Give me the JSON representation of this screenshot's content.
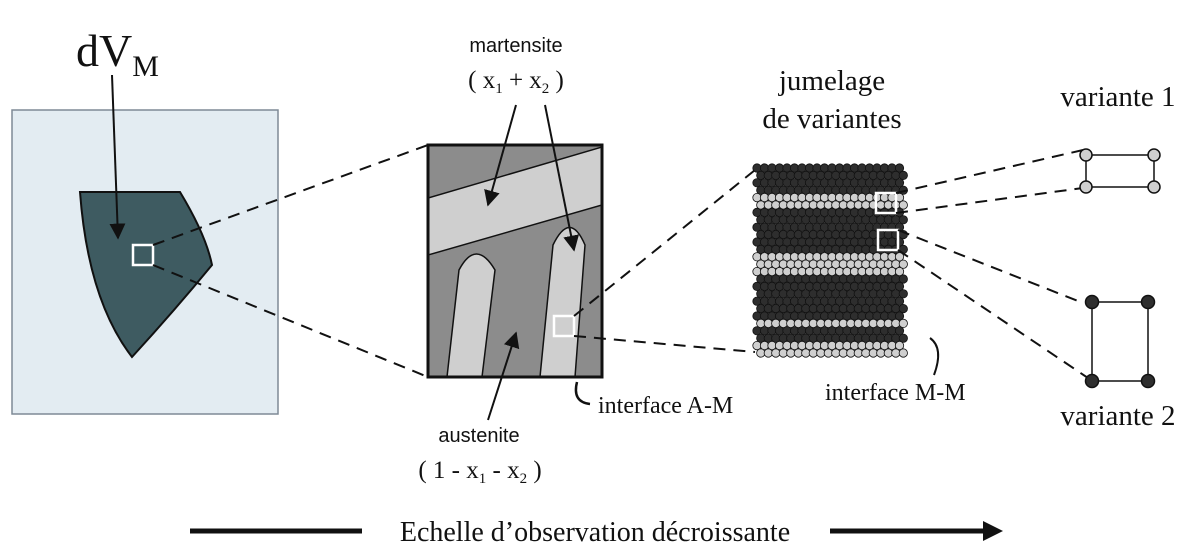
{
  "volume": {
    "label_main": "dV",
    "label_sub": "M"
  },
  "micro": {
    "martensite_label": "martensite",
    "martensite_formula": {
      "open": "( ",
      "x1": "x",
      "sub1": "1",
      "plus": " + ",
      "x2": "x",
      "sub2": "2",
      "close": " )"
    },
    "austenite_label": "austenite",
    "austenite_formula": {
      "open": "( 1 - ",
      "x1": "x",
      "sub1": "1",
      "minus": " - ",
      "x2": "x",
      "sub2": "2",
      "close": " )"
    },
    "interface_am": "interface A-M"
  },
  "twinning": {
    "title_line1": "jumelage",
    "title_line2": "de variantes",
    "interface_mm": "interface M-M"
  },
  "variants": {
    "v1": "variante 1",
    "v2": "variante 2"
  },
  "scale_arrow_label": "Echelle d’observation décroissante",
  "colors": {
    "panel_bg": "#e3ecf2",
    "grain": "#3e5b61",
    "austenite_gray": "#8c8c8c",
    "martensite_light": "#cfcfcf",
    "dark_atom": "#2e2e2e",
    "light_atom": "#cfcfcf"
  }
}
